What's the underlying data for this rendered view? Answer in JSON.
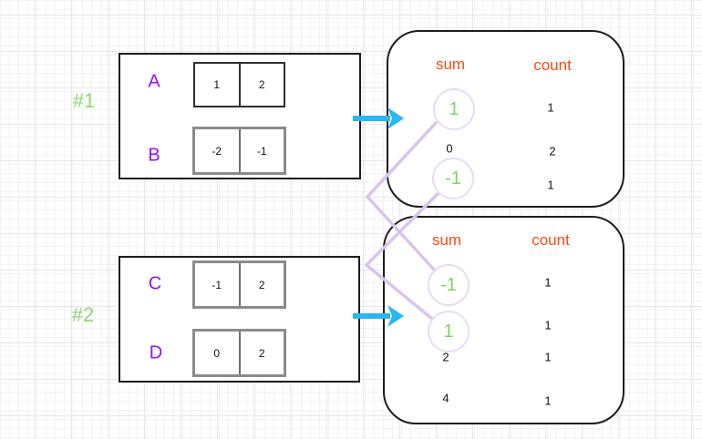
{
  "colors": {
    "arrow_cyan": "#2ab5f5",
    "connector_lavender": "#d9c5ec",
    "circle_border": "#e9dcf5",
    "highlight_green": "#7bd45e",
    "group_label_green": "#8ad973",
    "header_orange": "#fb4a11",
    "row_label_purple": "#9413fb"
  },
  "groups": [
    {
      "id": "#1",
      "rows": [
        {
          "label": "A",
          "cells": [
            "1",
            "2"
          ]
        },
        {
          "label": "B",
          "cells": [
            "-2",
            "-1"
          ]
        }
      ],
      "result": {
        "sum_header": "sum",
        "count_header": "count",
        "rows": [
          {
            "sum": "1",
            "count": "1",
            "highlighted": true
          },
          {
            "sum": "0",
            "count": "2",
            "highlighted": false
          },
          {
            "sum": "-1",
            "count": "1",
            "highlighted": true
          }
        ]
      }
    },
    {
      "id": "#2",
      "rows": [
        {
          "label": "C",
          "cells": [
            "-1",
            "2"
          ]
        },
        {
          "label": "D",
          "cells": [
            "0",
            "2"
          ]
        }
      ],
      "result": {
        "sum_header": "sum",
        "count_header": "count",
        "rows": [
          {
            "sum": "-1",
            "count": "1",
            "highlighted": true
          },
          {
            "sum": "1",
            "count": "1",
            "highlighted": true
          },
          {
            "sum": "2",
            "count": "1",
            "highlighted": false
          },
          {
            "sum": "4",
            "count": "1",
            "highlighted": false
          }
        ]
      }
    }
  ],
  "connections": [
    {
      "from": "group1-sum-1",
      "to": "group2-sum--1"
    },
    {
      "from": "group1-sum--1",
      "to": "group2-sum-1"
    }
  ]
}
